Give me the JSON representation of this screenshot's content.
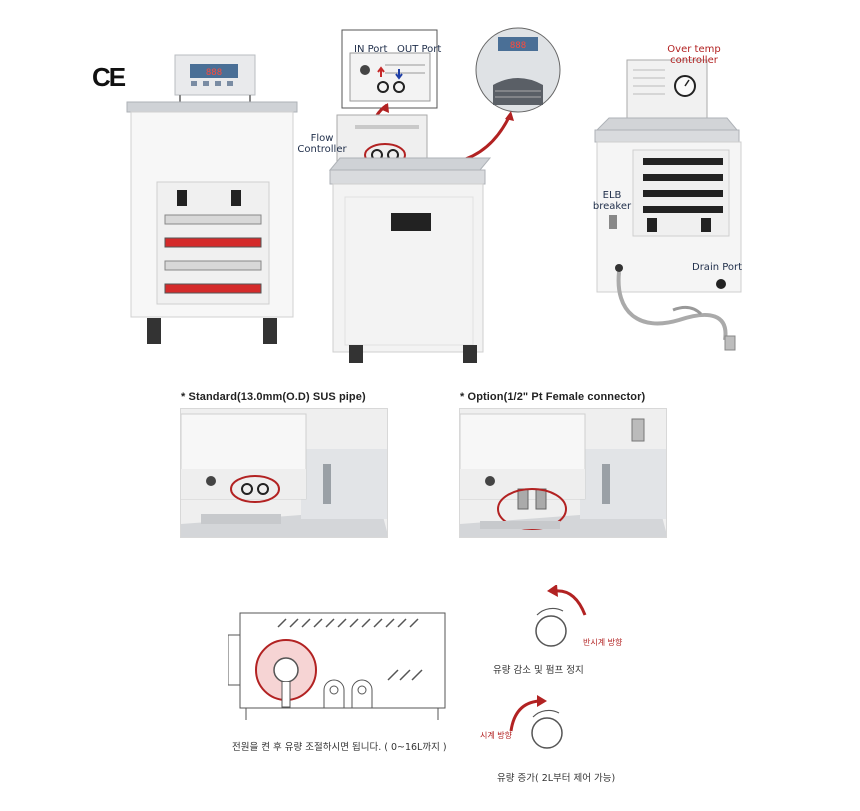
{
  "product": {
    "ce_mark": "CE",
    "labels": {
      "in_port": "IN Port",
      "out_port": "OUT Port",
      "flow_controller_1": "Flow",
      "flow_controller_2": "Controller",
      "over_temp_1": "Over temp",
      "over_temp_2": "controller",
      "elb_1": "ELB",
      "elb_2": "breaker",
      "drain_port": "Drain Port"
    },
    "display_value": "88.8"
  },
  "options": {
    "standard_caption": "* Standard(13.0mm(O.D) SUS pipe)",
    "option_caption": "* Option(1/2\" Pt Female connector)"
  },
  "instructions": {
    "main_text": "전원을 켠 후 유량 조절하시면 됩니다. ( 0~16L까지 )",
    "ccw_label": "반시계 방향",
    "ccw_text": "유량 감소 및 펌프 정지",
    "cw_label": "시계 방향",
    "cw_text": "유량 증가( 2L부터 제어 가능)"
  },
  "colors": {
    "accent_red": "#b22222",
    "panel_red": "#d42a2a",
    "steel": "#cfd2d6",
    "body_white": "#f7f7f7"
  }
}
